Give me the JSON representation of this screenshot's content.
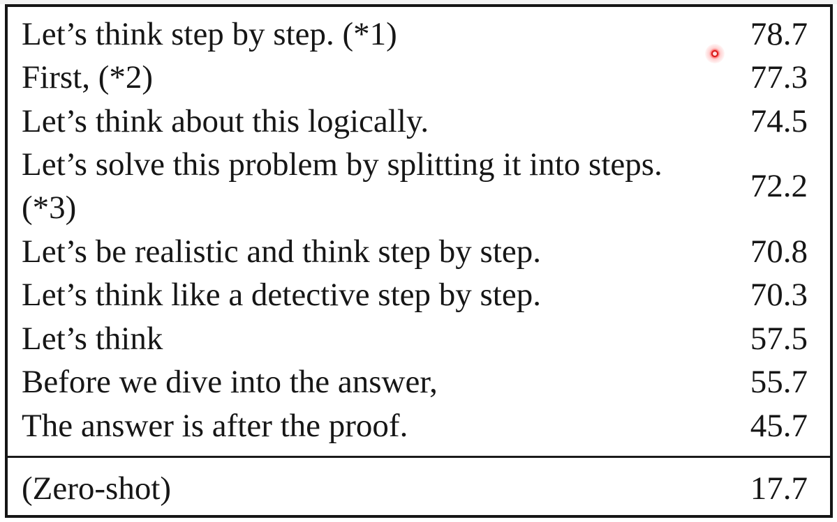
{
  "table": {
    "rows": [
      {
        "prompt": "Let’s think step by step. (*1)",
        "score": "78.7"
      },
      {
        "prompt": "First, (*2)",
        "score": "77.3"
      },
      {
        "prompt": "Let’s think about this logically.",
        "score": "74.5"
      },
      {
        "prompt": "Let’s solve this problem by splitting it into steps. (*3)",
        "score": "72.2"
      },
      {
        "prompt": "Let’s be realistic and think step by step.",
        "score": "70.8"
      },
      {
        "prompt": "Let’s think like a detective step by step.",
        "score": "70.3"
      },
      {
        "prompt": "Let’s think",
        "score": "57.5"
      },
      {
        "prompt": "Before we dive into the answer,",
        "score": "55.7"
      },
      {
        "prompt": "The answer is after the proof.",
        "score": "45.7"
      }
    ],
    "baseline": {
      "prompt": "(Zero-shot)",
      "score": "17.7"
    }
  },
  "colors": {
    "text": "#161616",
    "border": "#151515",
    "cursor": "#e02020"
  }
}
